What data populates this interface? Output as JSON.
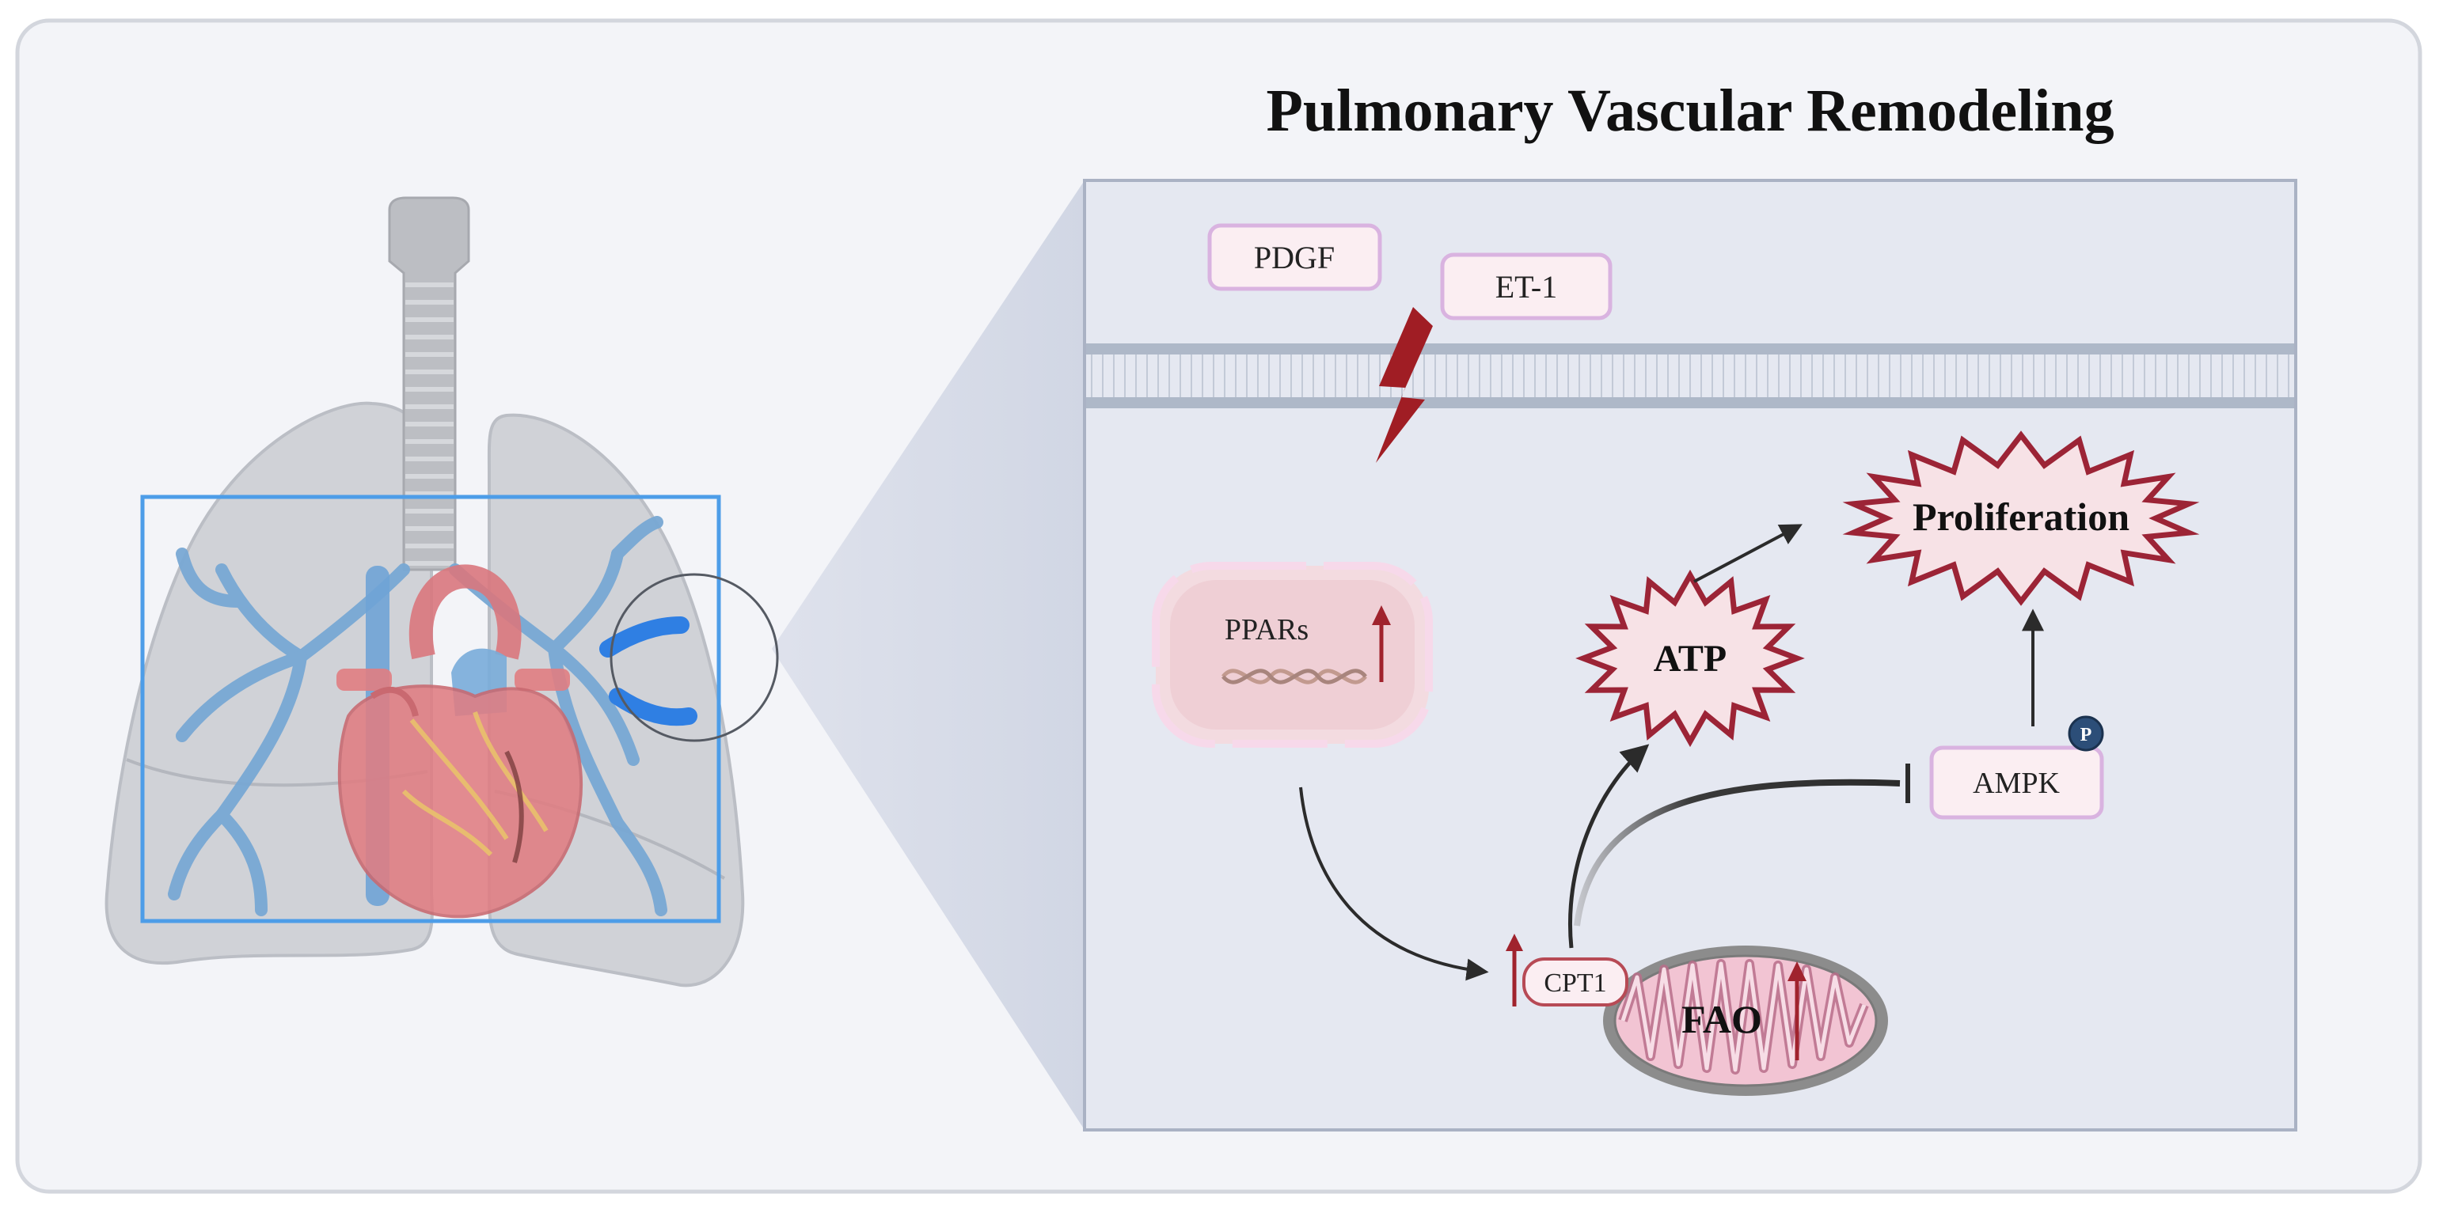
{
  "diagram": {
    "title": "Pulmonary Vascular Remodeling",
    "signals": [
      "PDGF",
      "ET-1"
    ],
    "nodes": {
      "ppars": "PPARs",
      "atp": "ATP",
      "proliferation": "Proliferation",
      "ampk": "AMPK",
      "ampk_phospho": "P",
      "cpt1": "CPT1",
      "fao": "FAO"
    },
    "edges": [
      {
        "from": "PPARs",
        "to": "CPT1",
        "type": "activation"
      },
      {
        "from": "FAO",
        "to": "ATP",
        "type": "activation"
      },
      {
        "from": "FAO",
        "to": "AMPK",
        "type": "inhibition"
      },
      {
        "from": "ATP",
        "to": "Proliferation",
        "type": "activation"
      },
      {
        "from": "AMPK",
        "to": "Proliferation",
        "type": "activation"
      }
    ],
    "upregulated": [
      "PPARs",
      "CPT1",
      "FAO"
    ],
    "colors": {
      "background_panel": "#f3f4f8",
      "zoom_panel": "#e5e8f1",
      "membrane": "#aeb8c8",
      "lightning": "#a01d24",
      "burst_fill": "#f7e2e6",
      "burst_stroke": "#9c2436",
      "node_fill": "#fbeef2",
      "node_stroke": "#d9b3e0",
      "ampk_badge": "#2c4e78",
      "up_arrow": "#a0232d",
      "mito_outer": "#8c8c8c",
      "mito_inner": "#f2c4d3",
      "lung": "#c9cbd0",
      "vessel": "#6fa3d6",
      "heart": "#e07d82",
      "highlight_box": "#4d9de8"
    }
  }
}
